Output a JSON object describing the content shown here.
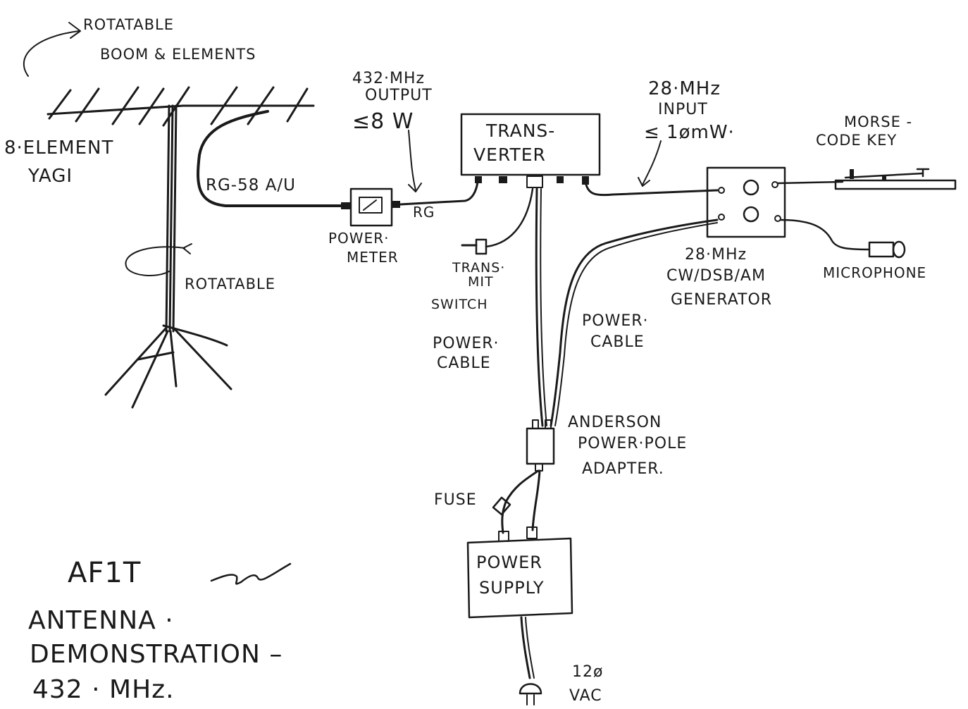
{
  "antenna": {
    "rotatable_boom_label": [
      "ROTATABLE",
      "BOOM & ELEMENTS"
    ],
    "name_label": [
      "8·ELEMENT",
      "YAGI"
    ],
    "rotatable_label": "ROTATABLE"
  },
  "cables": {
    "feedline_label": "RG-58 A/U",
    "short_feedline_label": "RG",
    "power_cable_left_label": [
      "POWER·",
      "CABLE"
    ],
    "power_cable_right_label": [
      "POWER·",
      "CABLE"
    ]
  },
  "power_meter": {
    "label": [
      "POWER·",
      "METER"
    ]
  },
  "output_spec": {
    "lines": [
      "432·MHz",
      "OUTPUT",
      "≤8 W"
    ]
  },
  "transverter": {
    "label": [
      "TRANS-",
      "VERTER"
    ]
  },
  "input_spec": {
    "lines": [
      "28·MHz",
      "INPUT",
      "≤ 1ømW·"
    ]
  },
  "transmit_switch": {
    "label": [
      "TRANS·",
      "MIT",
      "SWITCH"
    ]
  },
  "generator": {
    "label": [
      "28·MHz",
      "CW/DSB/AM",
      "GENERATOR"
    ]
  },
  "morse_key": {
    "label": [
      "MORSE -",
      "CODE KEY"
    ]
  },
  "microphone": {
    "label": "MICROPHONE"
  },
  "adapter": {
    "label": [
      "ANDERSON",
      "POWER·POLE",
      "ADAPTER."
    ]
  },
  "fuse": {
    "label": "FUSE"
  },
  "power_supply": {
    "label": [
      "POWER",
      "SUPPLY"
    ]
  },
  "mains": {
    "label": [
      "12ø",
      "VAC"
    ]
  },
  "signature": {
    "callsign": "AF1T"
  },
  "title": {
    "lines": [
      "ANTENNA ·",
      "DEMONSTRATION –",
      "432 · MHz."
    ]
  }
}
